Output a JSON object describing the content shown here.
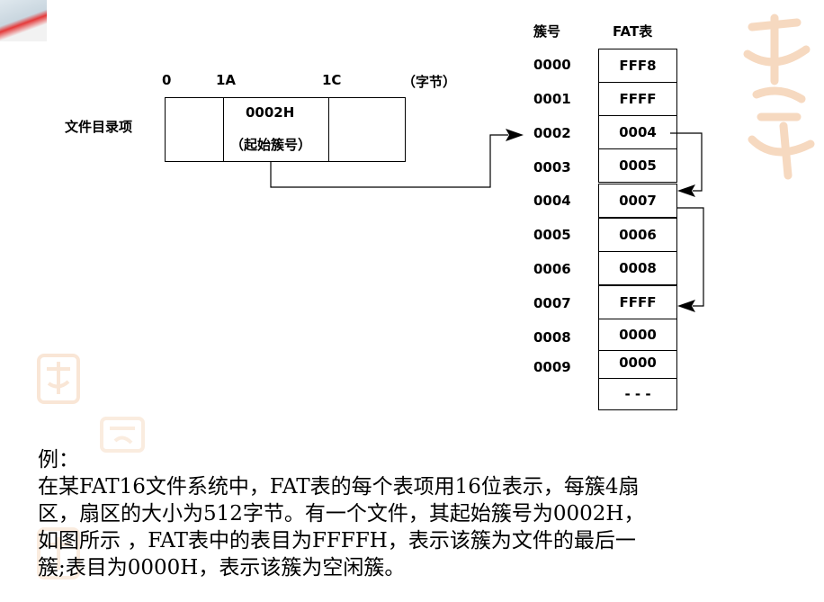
{
  "diagram": {
    "dir_entry_label": "文件目录项",
    "offsets": [
      "0",
      "1A",
      "1C"
    ],
    "unit_label": "（字节）",
    "start_cluster_value": "0002H",
    "start_cluster_note": "（起始簇号）",
    "fat": {
      "header_cluster": "簇号",
      "header_fat": "FAT表",
      "entries": [
        {
          "cluster": "0000",
          "value": "FFF8"
        },
        {
          "cluster": "0001",
          "value": "FFFF"
        },
        {
          "cluster": "0002",
          "value": "0004"
        },
        {
          "cluster": "0003",
          "value": "0005"
        },
        {
          "cluster": "0004",
          "value": "0007"
        },
        {
          "cluster": "0005",
          "value": "0006"
        },
        {
          "cluster": "0006",
          "value": "0008"
        },
        {
          "cluster": "0007",
          "value": "FFFF"
        },
        {
          "cluster": "0008",
          "value": "0000"
        },
        {
          "cluster": "0009",
          "value": "0000"
        }
      ],
      "ellipsis": "- - -"
    }
  },
  "example": {
    "title": "例：",
    "lines": [
      "在某FAT16文件系统中，FAT表的每个表项用16位表示，每簇4扇",
      "区，扇区的大小为512字节。有一个文件，其起始簇号为0002H，",
      "如图所示 ，FAT表中的表目为FFFFH，表示该簇为文件的最后一",
      "簇;表目为0000H，表示该簇为空闲簇。"
    ]
  },
  "colors": {
    "accent_red": "#e53a3a",
    "watermark": "#f3c9a6"
  }
}
